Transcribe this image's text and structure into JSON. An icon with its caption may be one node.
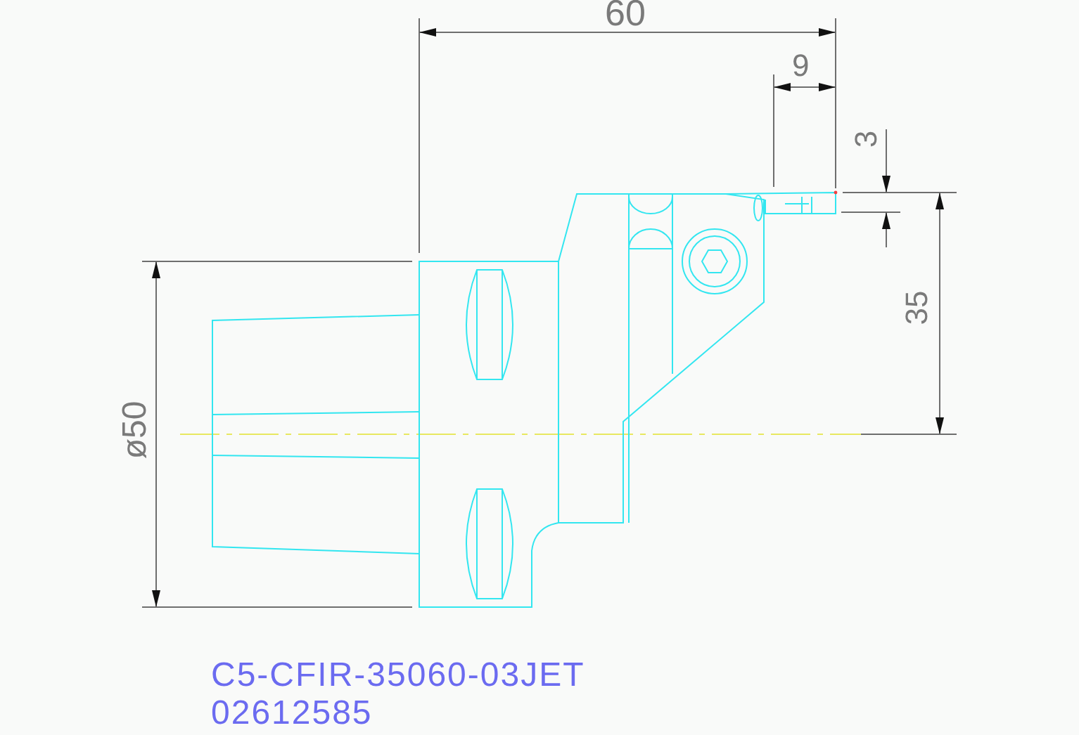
{
  "diagram": {
    "labels": [
      "60",
      "9",
      "3",
      "35",
      "ø50",
      "C5-CFIR-35060-03JET",
      "02612585"
    ]
  }
}
